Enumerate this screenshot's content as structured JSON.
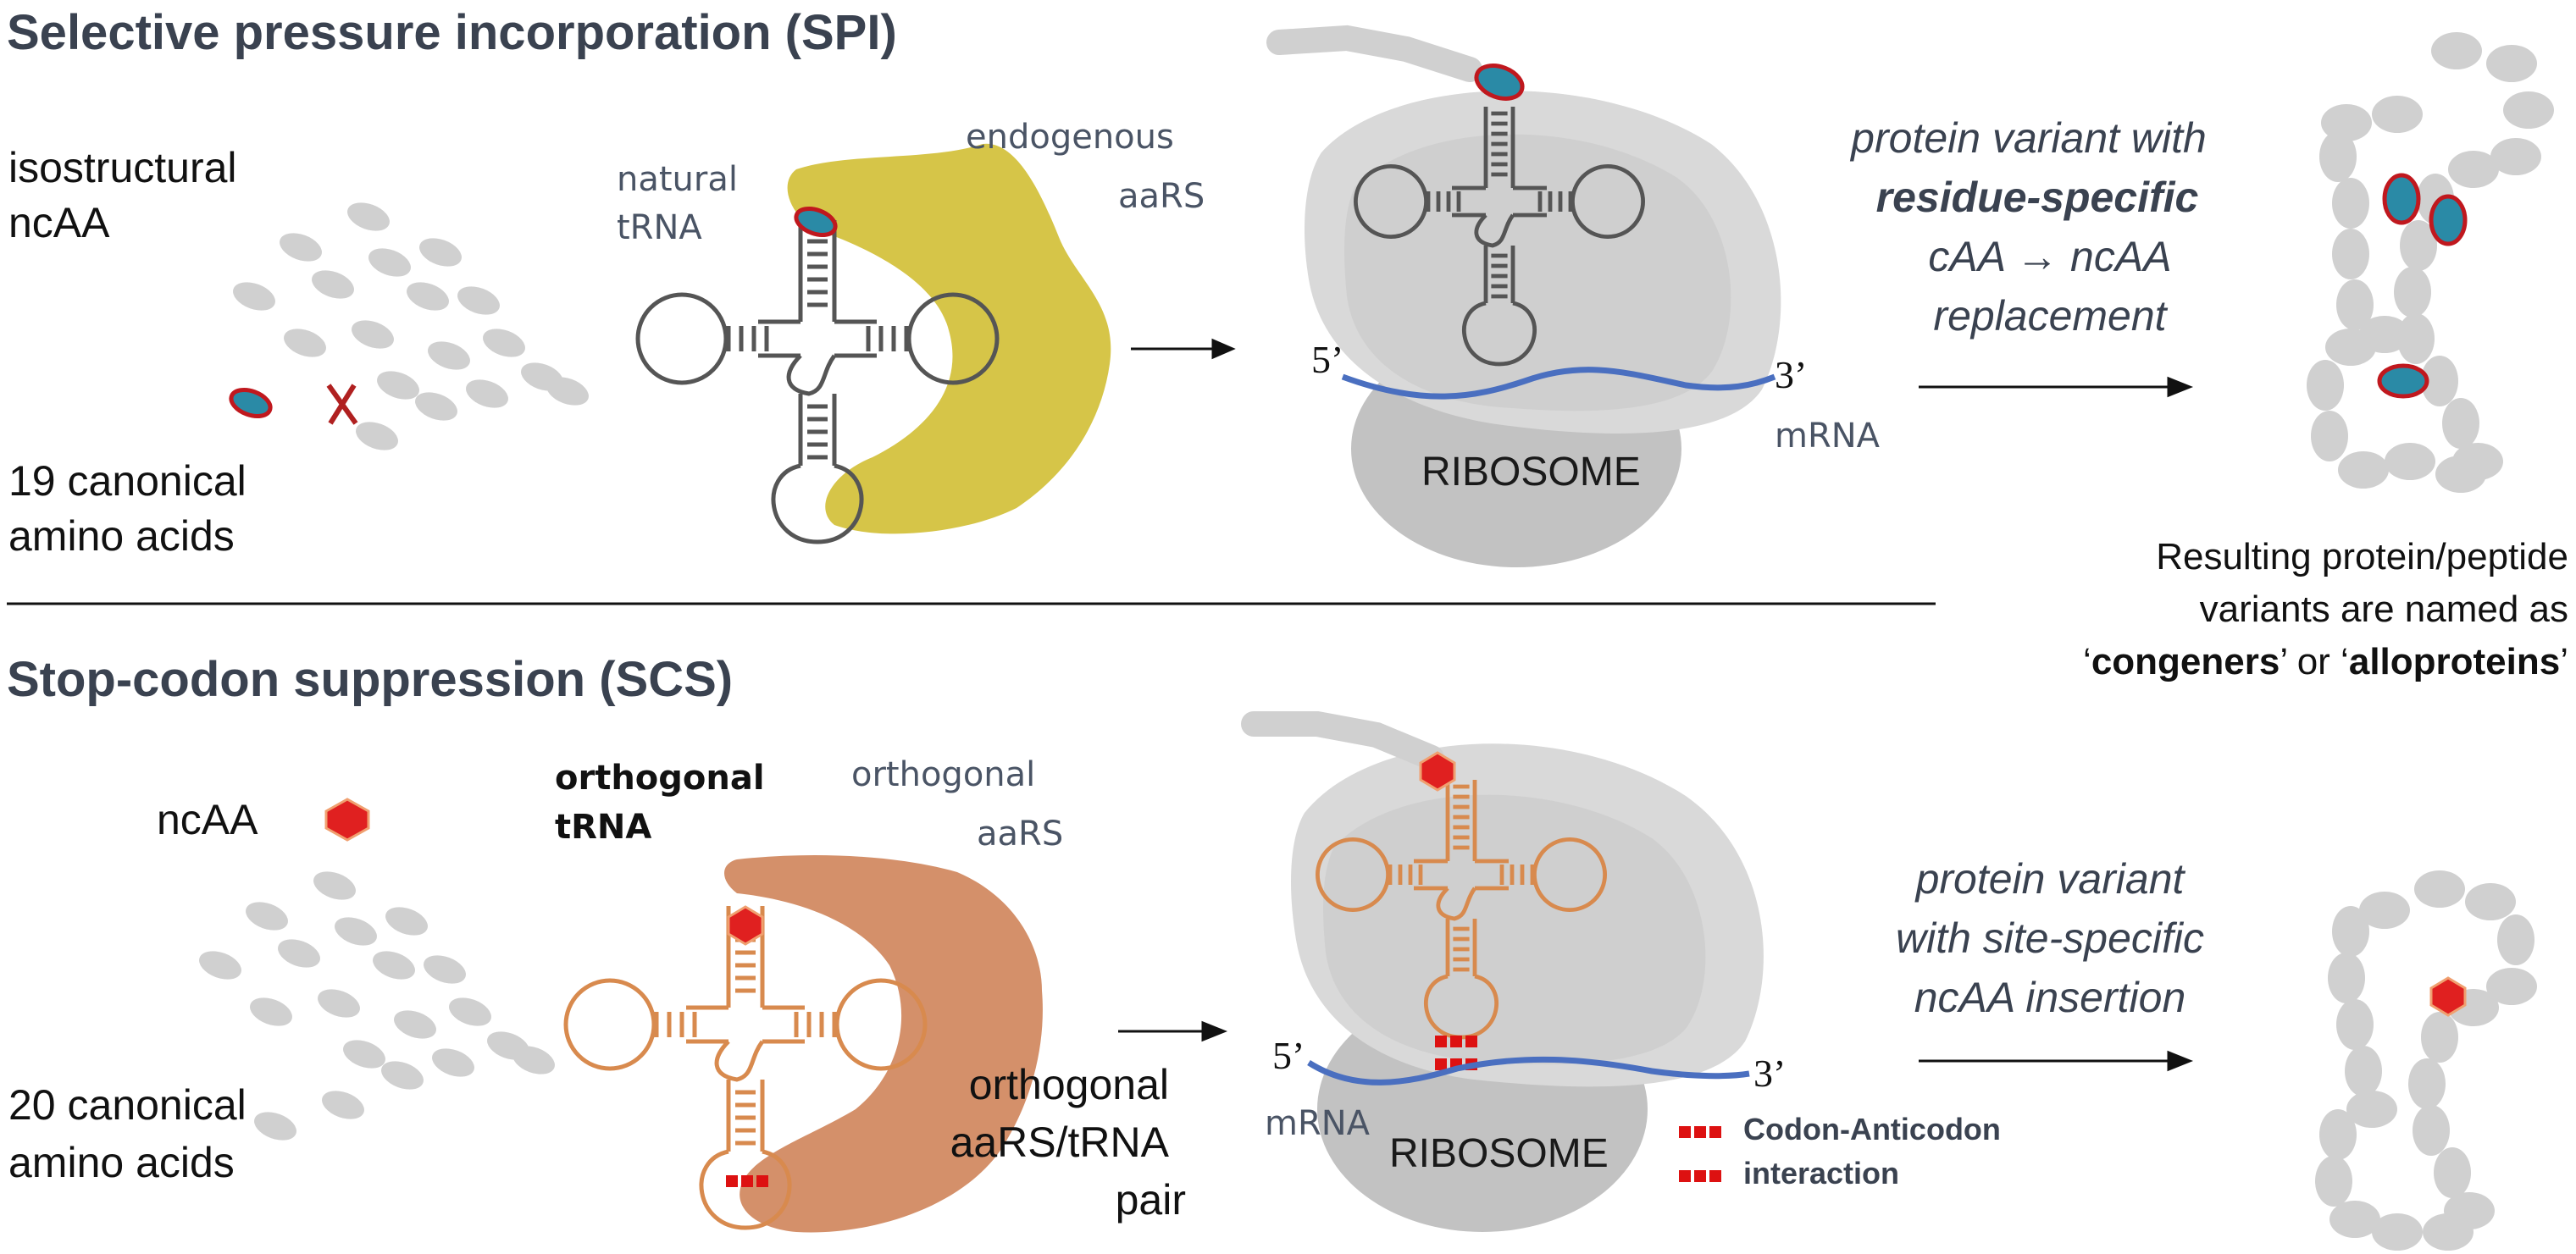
{
  "spi": {
    "title": "Selective pressure incorporation (SPI)",
    "ncaa_line1": "isostructural",
    "ncaa_line2": "ncAA",
    "canon_line1": "19 canonical",
    "canon_line2": "amino acids",
    "trna_line1": "natural",
    "trna_line2": "tRNA",
    "aars_line1": "endogenous",
    "aars_line2": "aaRS",
    "five_prime": "5’",
    "three_prime": "3’",
    "mrna": "mRNA",
    "ribosome": "RIBOSOME",
    "result_line1": "protein variant with",
    "result_line2": "residue-specific",
    "result_line3": "cAA → ncAA",
    "result_line4": "replacement"
  },
  "middle_note": {
    "line1": "Resulting protein/peptide",
    "line2": "variants are named as",
    "q1": "‘",
    "word1": "congeners",
    "mid": "’ or ‘",
    "word2": "alloproteins",
    "q2": "’"
  },
  "scs": {
    "title": "Stop-codon suppression (SCS)",
    "ncaa": "ncAA",
    "canon_line1": "20 canonical",
    "canon_line2": "amino acids",
    "trna_line1": "orthogonal",
    "trna_line2": "tRNA",
    "aars_line1": "orthogonal",
    "aars_line2": "aaRS",
    "pair_line1": "orthogonal",
    "pair_line2": "aaRS/tRNA",
    "pair_line3": "pair",
    "five_prime": "5’",
    "three_prime": "3’",
    "mrna": "mRNA",
    "ribosome": "RIBOSOME",
    "legend_line1": "Codon-Anticodon",
    "legend_line2": "interaction",
    "result_line1": "protein variant",
    "result_line2": "with site-specific",
    "result_line3": "ncAA insertion"
  },
  "colors": {
    "text_dark": "#3a4250",
    "grey_dot": "#d0d0d0",
    "ncaa_teal": "#2a8aa6",
    "ncaa_outline": "#c0181e",
    "hexagon_red": "#e02020",
    "natural_trna": "#555555",
    "orthogonal_trna": "#d88a4e",
    "endogenous_aars": "#d6c548",
    "orthogonal_aars": "#d4906a",
    "mrna_blue": "#4a6fc0",
    "ribosome_grey": "#c9c9c9",
    "codon_red": "#dd1111"
  },
  "icons": [
    "cross-mark-icon",
    "arrow-right-icon",
    "hexagon-icon",
    "codon-square-icon"
  ]
}
